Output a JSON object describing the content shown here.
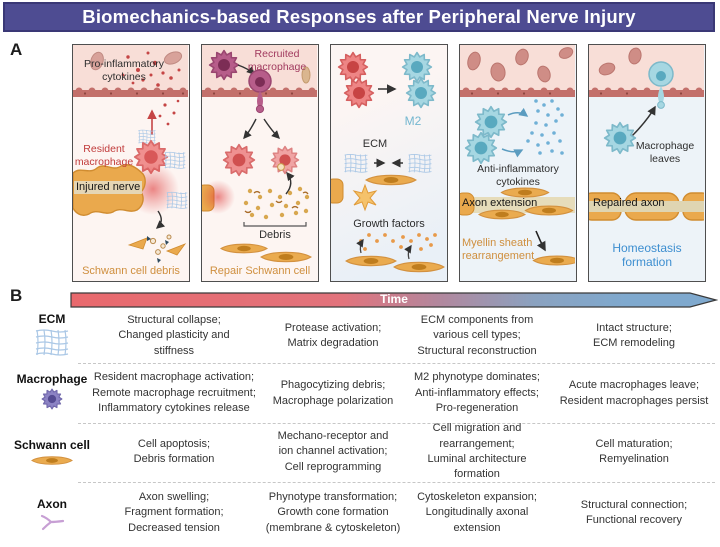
{
  "title": "Biomechanics-based Responses after Peripheral Nerve Injury",
  "sections": {
    "a": "A",
    "b": "B"
  },
  "colors": {
    "title_bg": "#4e4c92",
    "arrow_red": "#e8696d",
    "arrow_blue": "#7fa9ce",
    "accent_red": "#c13b3b",
    "accent_maroon": "#a13a5e",
    "accent_orange": "#cf8f3e",
    "accent_blue": "#3d8ed0",
    "m2_blue": "#74b7d0"
  },
  "panel_a": {
    "panels": [
      {
        "labels": {
          "l1": "Pro-inflammatory\ncytokines",
          "l2": "Resident\nmacrophage",
          "l3": "Injured nerve",
          "l4": "Schwann cell debris"
        }
      },
      {
        "labels": {
          "l1": "Recruited\nmacrophage",
          "l2": "Debris",
          "l3": "Repair Schwann cell"
        }
      },
      {
        "labels": {
          "l1": "M2",
          "l2": "ECM",
          "l3": "Growth factors"
        }
      },
      {
        "labels": {
          "l1": "Anti-inflammatory\ncytokines",
          "l2": "Axon extension",
          "l3": "Myellin sheath\nrearrangement"
        }
      },
      {
        "labels": {
          "l1": "Macrophage\nleaves",
          "l2": "Repaired axon",
          "l3": "Homeostasis\nformation"
        }
      }
    ]
  },
  "panel_b": {
    "time_label": "Time",
    "rows": [
      {
        "label": "ECM",
        "icon": "ecm-mesh-icon",
        "cells": [
          "Structural collapse;\nChanged plasticity and\nstiffness",
          "Protease activation;\nMatrix degradation",
          "ECM components from\nvarious cell types;\nStructural reconstruction",
          "Intact structure;\nECM remodeling"
        ]
      },
      {
        "label": "Macrophage",
        "icon": "macrophage-icon",
        "cells": [
          "Resident macrophage activation;\nRemote macrophage recruitment;\nInflammatory cytokines release",
          "Phagocytizing debris;\nMacrophage polarization",
          "M2 phynotype dominates;\nAnti-inflammatory effects;\nPro-regeneration",
          "Acute macrophages leave;\nResident macrophages persist"
        ]
      },
      {
        "label": "Schwann cell",
        "icon": "schwann-cell-icon",
        "cells": [
          "Cell apoptosis;\nDebris formation",
          "Mechano-receptor and\nion channel activation;\nCell reprogramming",
          "Cell migration and\nrearrangement;\nLuminal architecture formation",
          "Cell maturation;\nRemyelination"
        ]
      },
      {
        "label": "Axon",
        "icon": "axon-icon",
        "cells": [
          "Axon swelling;\nFragment formation;\nDecreased tension",
          "Phynotype transformation;\nGrowth cone formation\n(membrane & cytoskeleton)",
          "Cytoskeleton expansion;\nLongitudinally  axonal\nextension",
          "Structural connection;\nFunctional recovery"
        ]
      }
    ]
  }
}
